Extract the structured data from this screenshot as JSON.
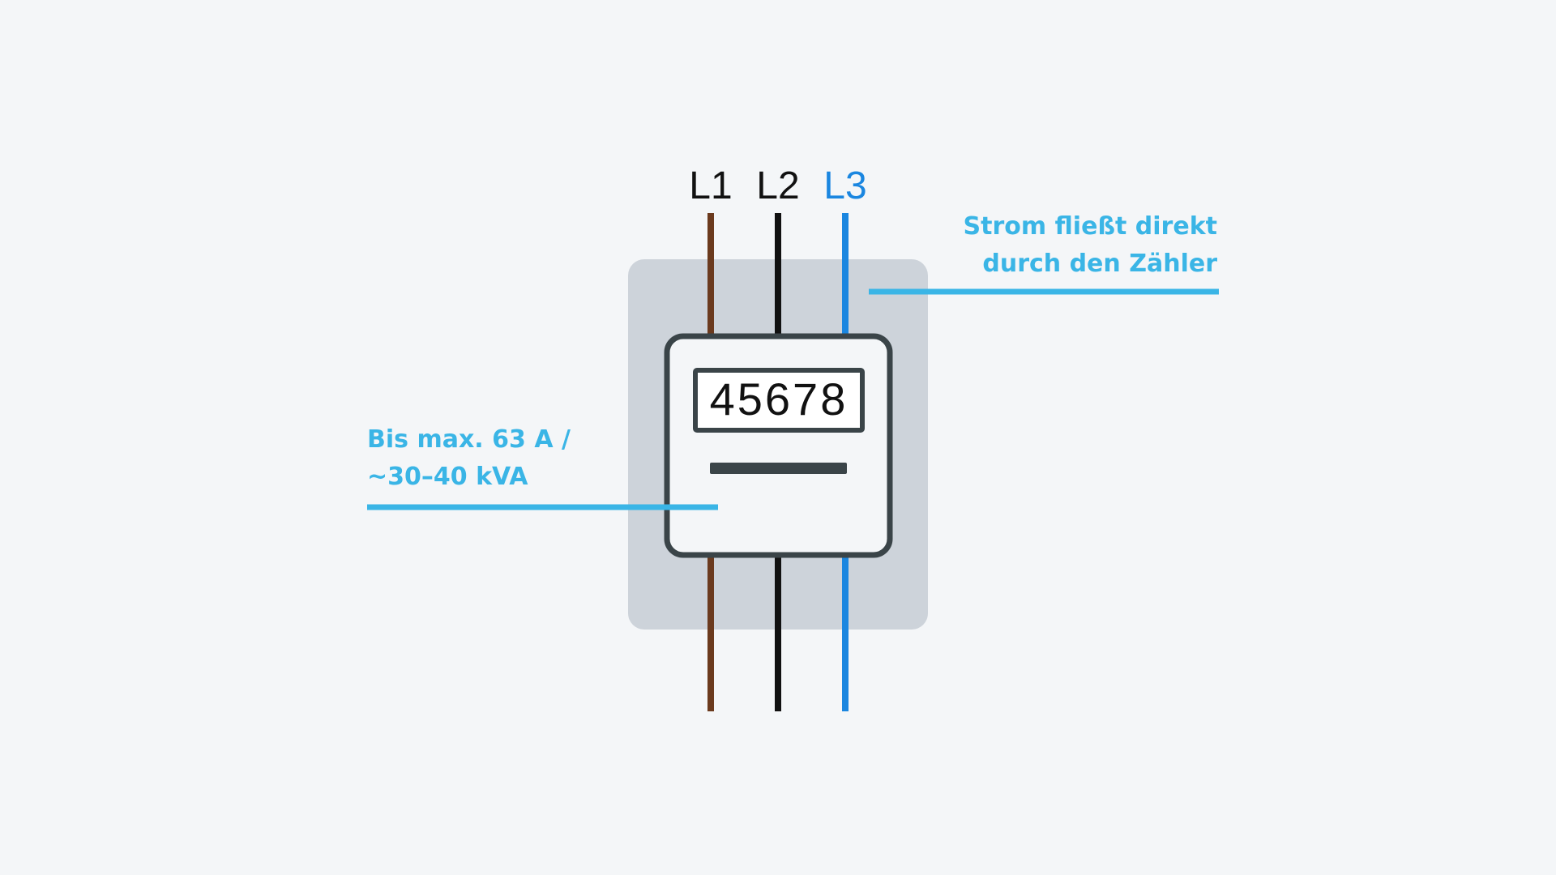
{
  "diagram": {
    "phases": [
      {
        "label": "L1",
        "color": "#6b3a1e"
      },
      {
        "label": "L2",
        "color": "#111111"
      },
      {
        "label": "L3",
        "color": "#1a86e0"
      }
    ],
    "meter": {
      "reading": "45678"
    },
    "annotations": {
      "right": {
        "lines": [
          "Strom fließt direkt",
          "durch den Zähler"
        ]
      },
      "left": {
        "lines": [
          "Bis max. 63 A /",
          "~30–40 kVA"
        ]
      }
    },
    "colors": {
      "background": "#f4f6f8",
      "panel": "#cdd3da",
      "meter_body": "#f4f6f8",
      "meter_outline": "#3a4448",
      "accent": "#3ab5e6",
      "label_text": "#111111",
      "l3_text": "#1a86e0"
    }
  }
}
